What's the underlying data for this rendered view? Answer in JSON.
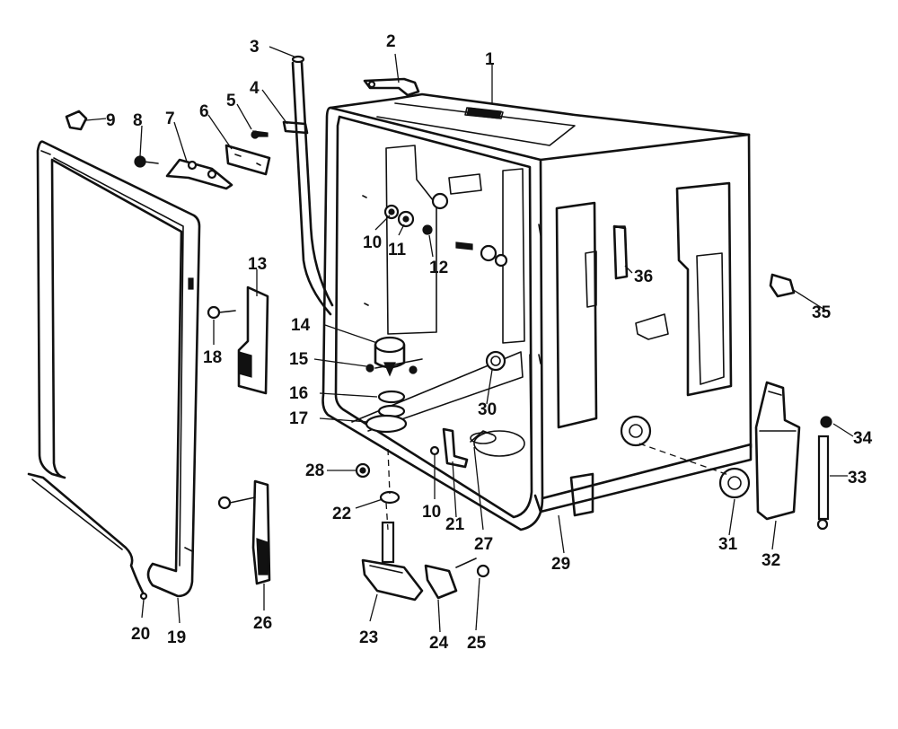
{
  "callouts": [
    {
      "id": "1",
      "text": "1"
    },
    {
      "id": "2",
      "text": "2"
    },
    {
      "id": "3",
      "text": "3"
    },
    {
      "id": "4",
      "text": "4"
    },
    {
      "id": "5",
      "text": "5"
    },
    {
      "id": "6",
      "text": "6"
    },
    {
      "id": "7",
      "text": "7"
    },
    {
      "id": "8",
      "text": "8"
    },
    {
      "id": "9",
      "text": "9"
    },
    {
      "id": "10a",
      "text": "10"
    },
    {
      "id": "10b",
      "text": "10"
    },
    {
      "id": "11",
      "text": "11"
    },
    {
      "id": "12",
      "text": "12"
    },
    {
      "id": "13",
      "text": "13"
    },
    {
      "id": "14",
      "text": "14"
    },
    {
      "id": "15",
      "text": "15"
    },
    {
      "id": "16",
      "text": "16"
    },
    {
      "id": "17",
      "text": "17"
    },
    {
      "id": "18",
      "text": "18"
    },
    {
      "id": "19",
      "text": "19"
    },
    {
      "id": "20",
      "text": "20"
    },
    {
      "id": "21",
      "text": "21"
    },
    {
      "id": "22",
      "text": "22"
    },
    {
      "id": "23",
      "text": "23"
    },
    {
      "id": "24",
      "text": "24"
    },
    {
      "id": "25",
      "text": "25"
    },
    {
      "id": "26",
      "text": "26"
    },
    {
      "id": "27",
      "text": "27"
    },
    {
      "id": "28",
      "text": "28"
    },
    {
      "id": "29",
      "text": "29"
    },
    {
      "id": "30",
      "text": "30"
    },
    {
      "id": "31",
      "text": "31"
    },
    {
      "id": "32",
      "text": "32"
    },
    {
      "id": "33",
      "text": "33"
    },
    {
      "id": "34",
      "text": "34"
    },
    {
      "id": "35",
      "text": "35"
    },
    {
      "id": "36",
      "text": "36"
    }
  ]
}
